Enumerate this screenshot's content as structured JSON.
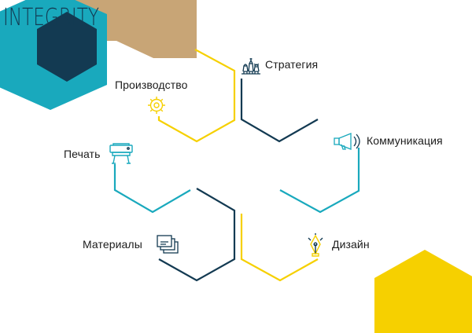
{
  "logo_text": "INTEGRITY",
  "colors": {
    "navy": "#133a52",
    "teal": "#19a9bd",
    "yellow": "#f6d000",
    "kraft": "#c8a576",
    "text": "#1b1b1b"
  },
  "nodes": [
    {
      "id": "strategy",
      "label": "Стратегия",
      "icon": "chess-pieces-icon",
      "color": "navy"
    },
    {
      "id": "production",
      "label": "Производство",
      "icon": "gear-icon",
      "color": "yellow"
    },
    {
      "id": "communication",
      "label": "Коммуникация",
      "icon": "megaphone-icon",
      "color": "teal"
    },
    {
      "id": "print",
      "label": "Печать",
      "icon": "plotter-printer-icon",
      "color": "teal"
    },
    {
      "id": "materials",
      "label": "Материалы",
      "icon": "stacked-sheets-icon",
      "color": "navy"
    },
    {
      "id": "design",
      "label": "Дизайн",
      "icon": "pen-nib-icon",
      "color": "yellow"
    }
  ]
}
